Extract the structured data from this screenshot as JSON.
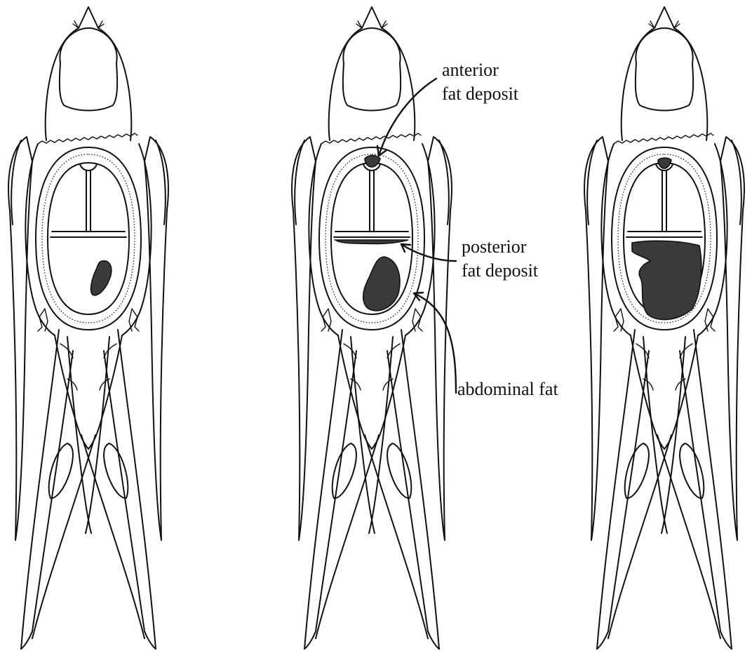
{
  "labels": {
    "anterior_line1": "anterior",
    "anterior_line2": "fat deposit",
    "posterior_line1": "posterior",
    "posterior_line2": "fat deposit",
    "abdominal": "abdominal fat"
  },
  "colors": {
    "ink": "#111111",
    "fat": "#3a3a3a",
    "background": "#ffffff"
  }
}
